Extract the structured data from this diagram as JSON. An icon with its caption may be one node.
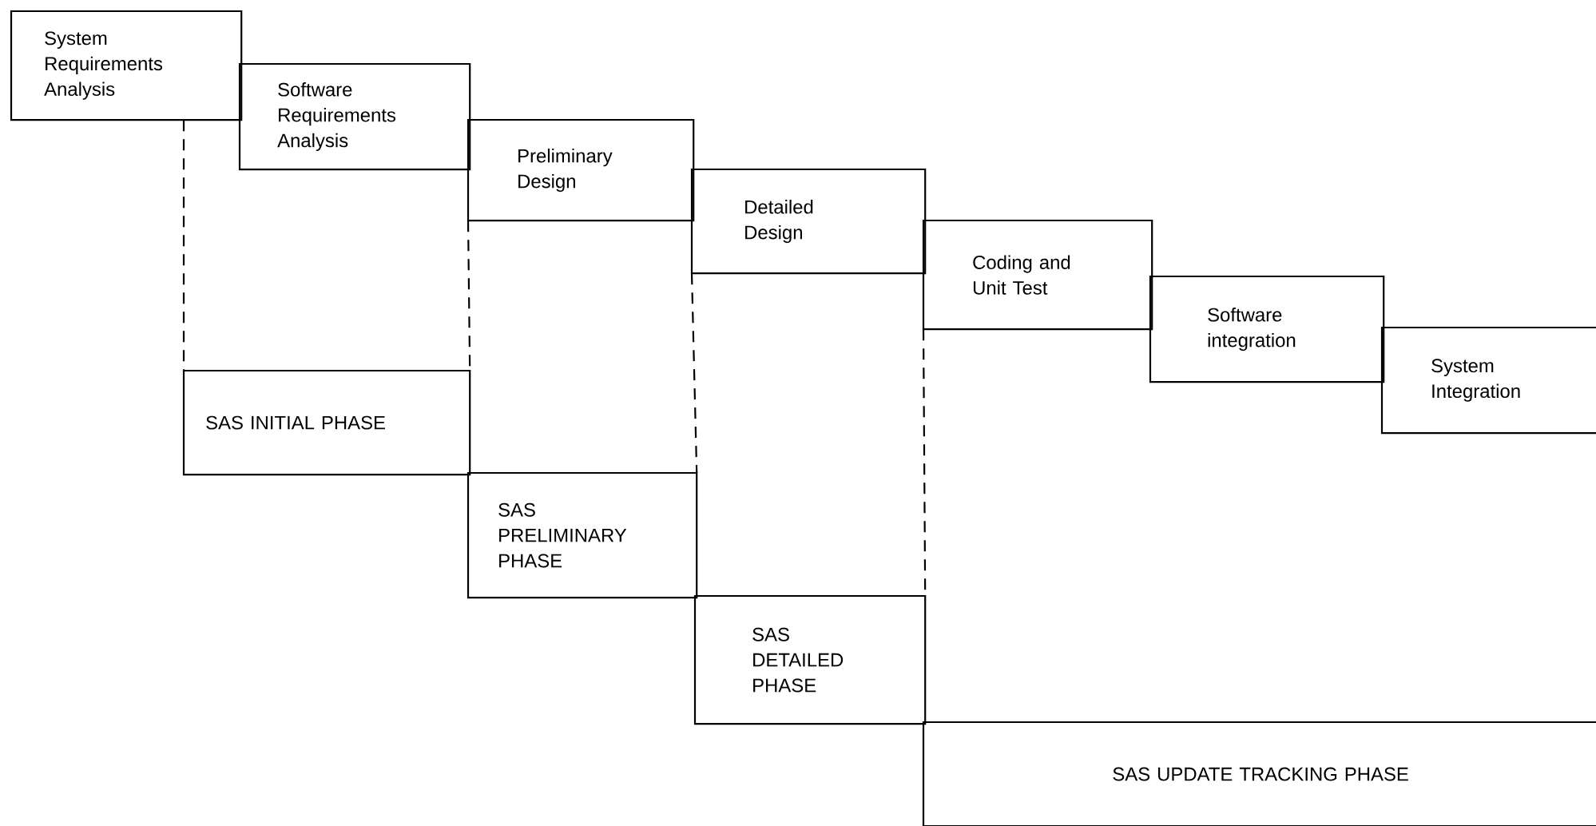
{
  "diagram": {
    "nodes": [
      {
        "text": [
          "System Requirements Analysis"
        ]
      },
      {
        "text": [
          "Software Requirements Analysis"
        ]
      },
      {
        "text": [
          "Preliminary Design"
        ]
      },
      {
        "text": [
          "Detailed Design"
        ]
      },
      {
        "text": [
          "Coding and Unit Test"
        ]
      },
      {
        "text": [
          "Software integration"
        ]
      },
      {
        "text": [
          "System Integration"
        ]
      },
      {
        "text": [
          "SAS INITIAL PHASE"
        ]
      },
      {
        "text": [
          "SAS PRELIMINARY PHASE"
        ]
      },
      {
        "text": [
          "SAS DETAILED PHASE"
        ]
      },
      {
        "text": [
          "SAS UPDATE TRACKING PHASE"
        ]
      }
    ],
    "edges": [
      {
        "from": 0,
        "to": 7,
        "arrow": "none",
        "style": "dashed"
      },
      {
        "from": 2,
        "to": 7,
        "arrow": "none",
        "style": "dashed"
      },
      {
        "from": 3,
        "to": 8,
        "arrow": "none",
        "style": "dashed"
      },
      {
        "from": 4,
        "to": 9,
        "arrow": "none",
        "style": "dashed"
      }
    ]
  }
}
